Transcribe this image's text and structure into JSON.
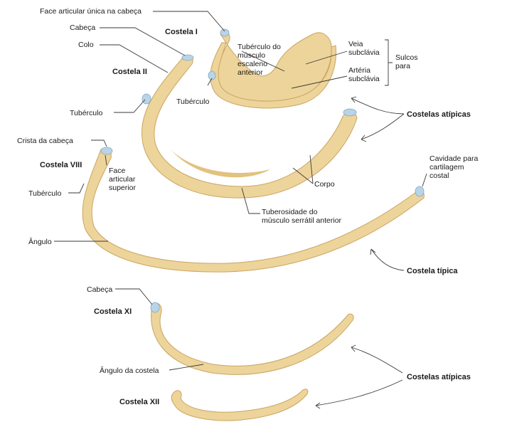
{
  "labels": {
    "face_articular_unica": "Face articular única na cabeça",
    "cabeca_top": "Cabeça",
    "colo": "Colo",
    "costela_I": "Costela I",
    "costela_II": "Costela II",
    "tuberculo_musculo": [
      "Tubérculo do",
      "músculo",
      "escaleno",
      "anterior"
    ],
    "veia": [
      "Veia",
      "subclávia"
    ],
    "arteria": [
      "Artéria",
      "subclávia"
    ],
    "sulcos": [
      "Sulcos",
      "para"
    ],
    "tuberculo_costela_I": "Tubérculo",
    "tuberculo_costela_II": "Tubérculo",
    "costelas_atipicas_top": "Costelas atípicas",
    "crista_cabeca": "Crista da cabeça",
    "costela_VIII": "Costela VIII",
    "face_articular_superior": [
      "Face",
      "articular",
      "superior"
    ],
    "tuberculo_VIII": "Tubérculo",
    "corpo": "Corpo",
    "cavidade": [
      "Cavidade para",
      "cartilagem",
      "costal"
    ],
    "tuberosidade": [
      "Tuberosidade do",
      "músculo serrátil anterior"
    ],
    "angulo": "Ângulo",
    "costela_tipica": "Costela típica",
    "cabeca_bottom": "Cabeça",
    "costela_XI": "Costela XI",
    "angulo_costela": "Ângulo da costela",
    "costelas_atipicas_bottom": "Costelas atípicas",
    "costela_XII": "Costela XII"
  },
  "colors": {
    "bone": "#edd49a",
    "bone_outline": "#caa462",
    "articular_facet": "#b9d4e6"
  }
}
